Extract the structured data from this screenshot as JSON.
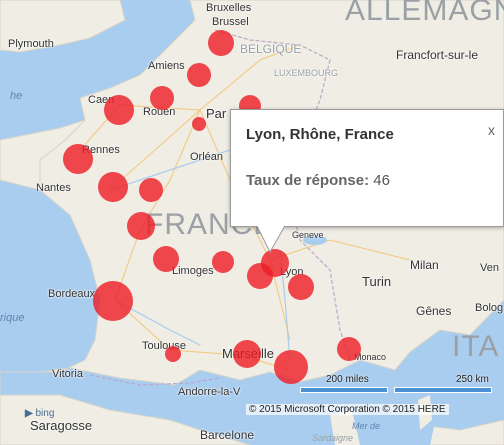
{
  "map": {
    "places": {
      "bruxelles": "Bruxelles",
      "brussel": "Brussel",
      "belgique": "BELGIQUE",
      "allemagne": "ALLEMAGN",
      "plymouth": "Plymouth",
      "francfort": "Francfort-sur-le",
      "luxembourg": "LUXEMBOURG",
      "amiens": "Amiens",
      "caen": "Caen",
      "rouen": "Rouen",
      "paris": "Par",
      "rennes": "Rennes",
      "orleans": "Orléan",
      "nantes": "Nantes",
      "france": "FRANCE",
      "geneve": "Geneve",
      "limoges": "Limoges",
      "lyon": "Lyon",
      "milan": "Milan",
      "venise": "Ven",
      "turin": "Turin",
      "bordeaux": "Bordeaux",
      "genes": "Gênes",
      "bologne": "Bolog",
      "toulouse": "Toulouse",
      "marseille": "Marseille",
      "monaco": "Monaco",
      "vitoria": "Vitoria",
      "andorre": "Andorre-la-V",
      "saragosse": "Saragosse",
      "barcelone": "Barcelone",
      "sardaigne": "Sardaigne",
      "mer": "Mer de",
      "italie": "ITA",
      "ique": "rique",
      "he": "he"
    },
    "bubble_color": "#ee1b24"
  },
  "popup": {
    "title": "Lyon, Rhône, France",
    "close": "x",
    "metric_label": "Taux de réponse:",
    "metric_value": "46"
  },
  "scale": {
    "miles": "200 miles",
    "km": "250 km"
  },
  "attribution": {
    "copyright": "© 2015 Microsoft Corporation   © 2015 HERE",
    "bing": "bing"
  }
}
